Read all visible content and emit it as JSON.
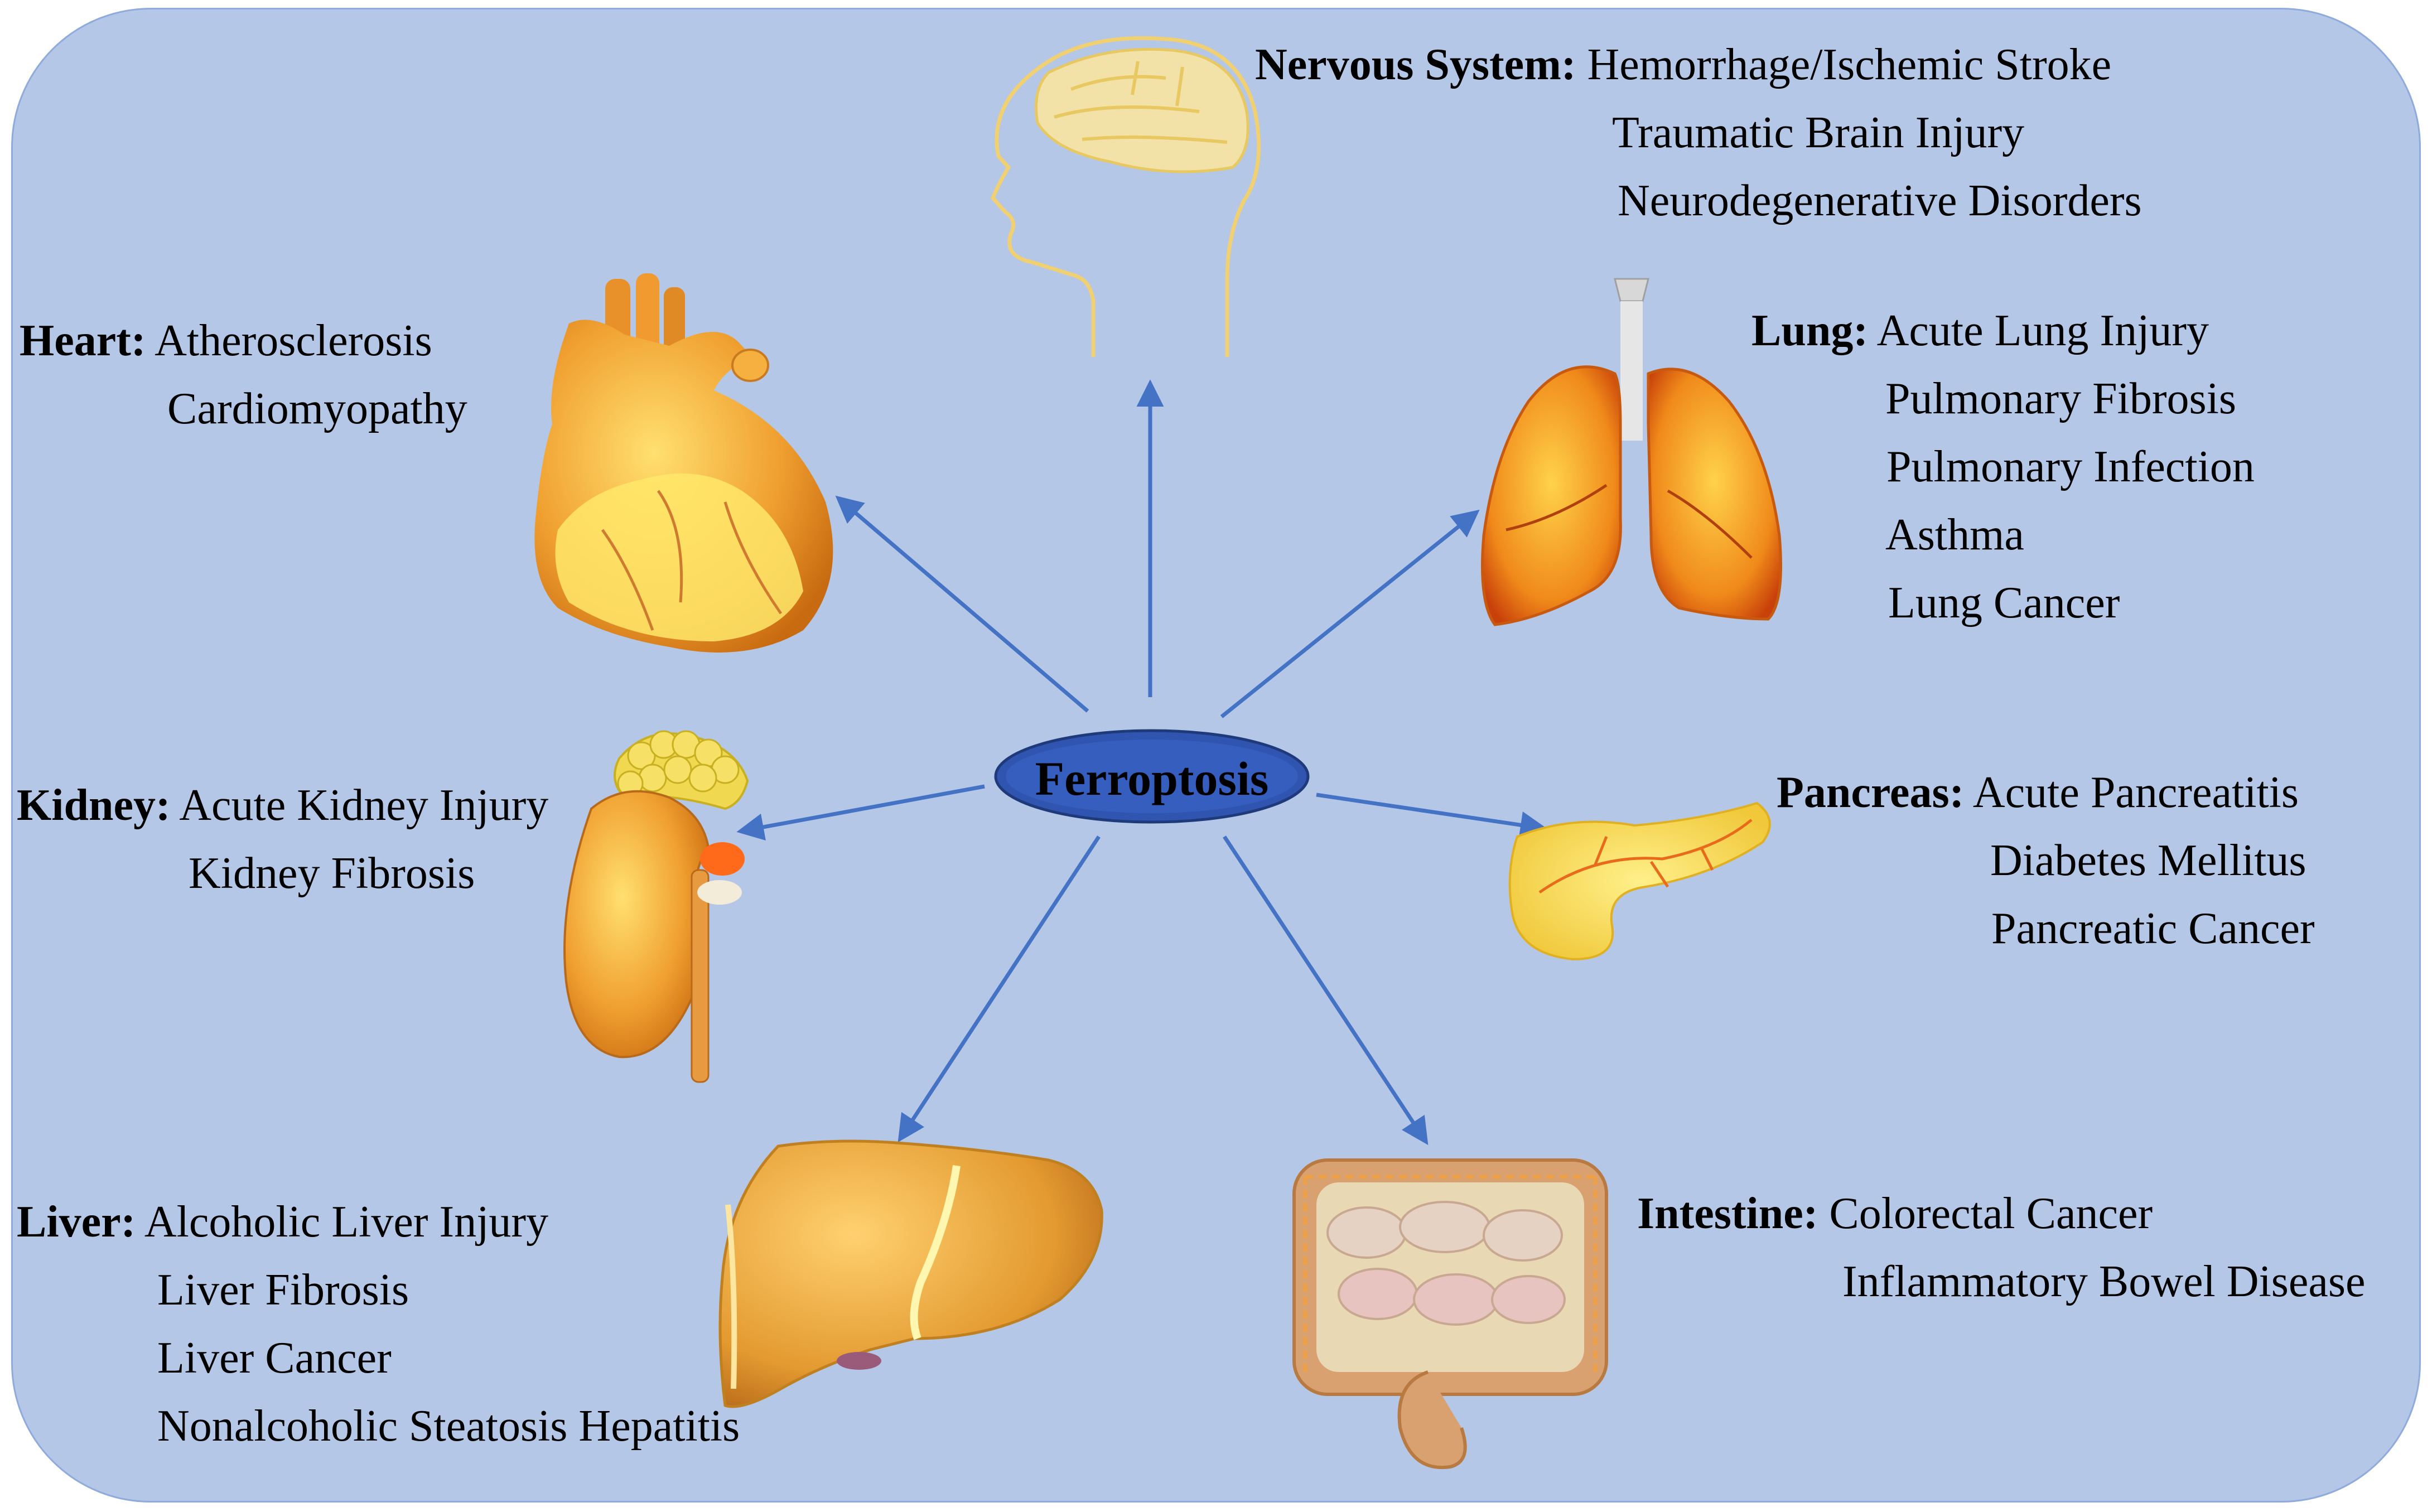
{
  "center": "Ferroptosis",
  "organs": {
    "nervous": {
      "title": "Nervous System:",
      "items": [
        "Hemorrhage/Ischemic Stroke",
        "Traumatic Brain Injury",
        "Neurodegenerative Disorders"
      ]
    },
    "heart": {
      "title": "Heart:",
      "items": [
        "Atherosclerosis",
        "Cardiomyopathy"
      ]
    },
    "lung": {
      "title": "Lung:",
      "items": [
        "Acute Lung Injury",
        "Pulmonary Fibrosis",
        "Pulmonary Infection",
        "Asthma",
        "Lung Cancer"
      ]
    },
    "kidney": {
      "title": "Kidney:",
      "items": [
        "Acute Kidney Injury",
        "Kidney Fibrosis"
      ]
    },
    "pancreas": {
      "title": "Pancreas:",
      "items": [
        "Acute Pancreatitis",
        "Diabetes Mellitus",
        "Pancreatic Cancer"
      ]
    },
    "liver": {
      "title": "Liver:",
      "items": [
        "Alcoholic Liver Injury",
        "Liver Fibrosis",
        "Liver Cancer",
        "Nonalcoholic Steatosis Hepatitis"
      ]
    },
    "intestine": {
      "title": "Intestine:",
      "items": [
        "Colorectal Cancer",
        "Inflammatory Bowel Disease"
      ]
    }
  },
  "colors": {
    "background": "#b4c7e7",
    "arrow": "#4472c4",
    "center_fill": "#2f55b0",
    "organ": "#f0a030"
  }
}
